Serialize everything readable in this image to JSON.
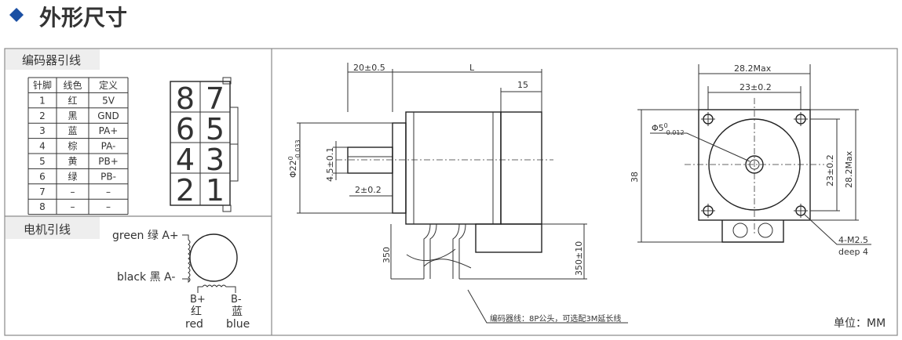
{
  "header": {
    "title": "外形尺寸"
  },
  "encoder": {
    "title": "编码器引线",
    "columns": [
      "针脚",
      "线色",
      "定义"
    ],
    "rows": [
      [
        "1",
        "红",
        "5V"
      ],
      [
        "2",
        "黑",
        "GND"
      ],
      [
        "3",
        "蓝",
        "PA+"
      ],
      [
        "4",
        "棕",
        "PA-"
      ],
      [
        "5",
        "黄",
        "PB+"
      ],
      [
        "6",
        "绿",
        "PB-"
      ],
      [
        "7",
        "–",
        "–"
      ],
      [
        "8",
        "–",
        "–"
      ]
    ],
    "connector_pins": [
      "8",
      "7",
      "6",
      "5",
      "4",
      "3",
      "2",
      "1"
    ]
  },
  "motor": {
    "title": "电机引线",
    "green_label": "green 绿 A+",
    "black_label": "black 黑 A-",
    "b_plus": "B+",
    "b_plus_cn": "红",
    "b_plus_en": "red",
    "b_minus": "B-",
    "b_minus_cn": "蓝",
    "b_minus_en": "blue"
  },
  "drawing": {
    "dim_20": "20±0.5",
    "dim_L": "L",
    "dim_15": "15",
    "dim_phi22": "Φ22",
    "dim_phi22_sup": "0",
    "dim_phi22_sub": "-0.033",
    "dim_45": "4.5±0.1",
    "dim_2": "2±0.2",
    "dim_350": "350",
    "dim_350_10": "350±10",
    "encoder_note": "编码器线：8P公头，可选配3M延长线",
    "dim_282_top": "28.2Max",
    "dim_23_top": "23±0.2",
    "dim_phi5": "Φ5",
    "dim_phi5_sup": "0",
    "dim_phi5_sub": "-0.012",
    "dim_38": "38",
    "dim_23_side": "23±0.2",
    "dim_282_side": "28.2Max",
    "hole_label_1": "4-M2.5",
    "hole_label_2": "deep 4",
    "unit": "单位：MM"
  },
  "colors": {
    "accent": "#1a4fa3",
    "line": "#333333"
  }
}
